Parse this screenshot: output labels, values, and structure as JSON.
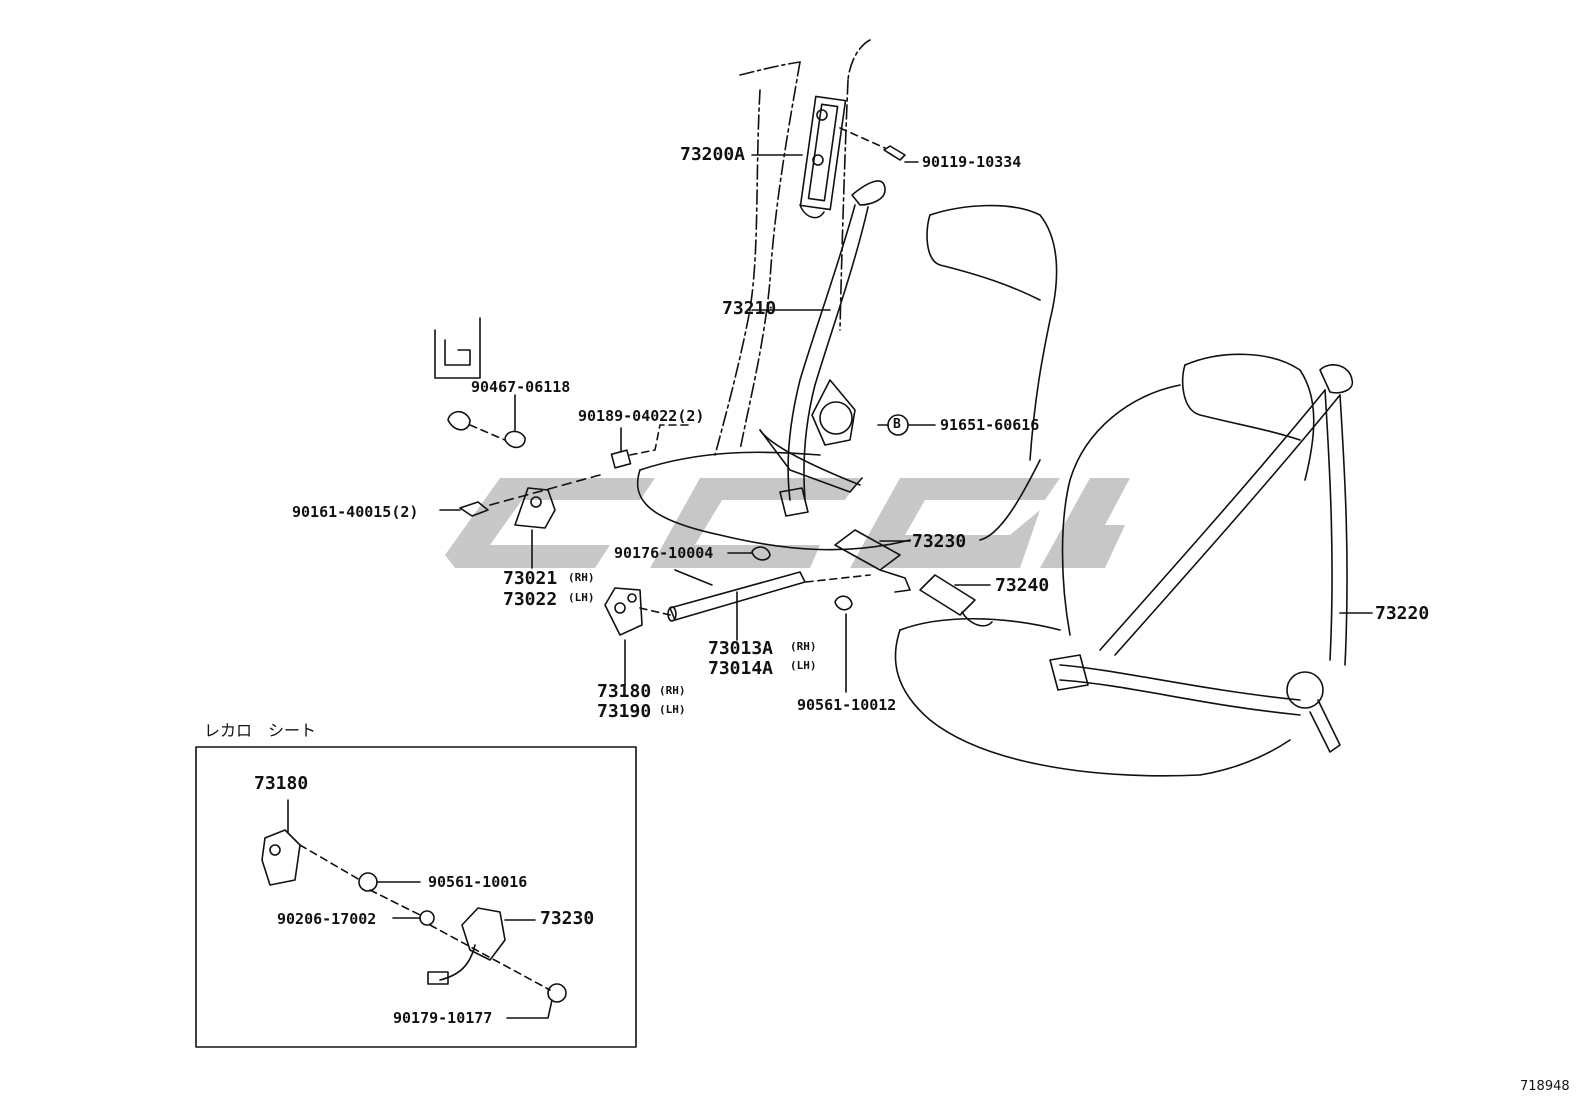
{
  "parts": {
    "p73200A": "73200A",
    "p90119_10334": "90119-10334",
    "p73210": "73210",
    "p90467_06118": "90467-06118",
    "p90189_04022": "90189-04022(2)",
    "p91651_60616": "91651-60616",
    "bolt_marker": "B",
    "p90161_40015": "90161-40015(2)",
    "p73021": "73021",
    "p73022": "73022",
    "p90176_10004": "90176-10004",
    "p73230": "73230",
    "p73240": "73240",
    "p73220": "73220",
    "p73013A": "73013A",
    "p73014A": "73014A",
    "p73180": "73180",
    "p73190": "73190",
    "p90561_10012": "90561-10012"
  },
  "side": {
    "rh": "(RH)",
    "lh": "(LH)"
  },
  "inset": {
    "title": "レカロ　シート",
    "p73180": "73180",
    "p90561_10016": "90561-10016",
    "p90206_17002": "90206-17002",
    "p73230": "73230",
    "p90179_10177": "90179-10177"
  },
  "diagram_id": "718948",
  "colors": {
    "line": "#111111",
    "watermark": "#9a9a9a"
  }
}
